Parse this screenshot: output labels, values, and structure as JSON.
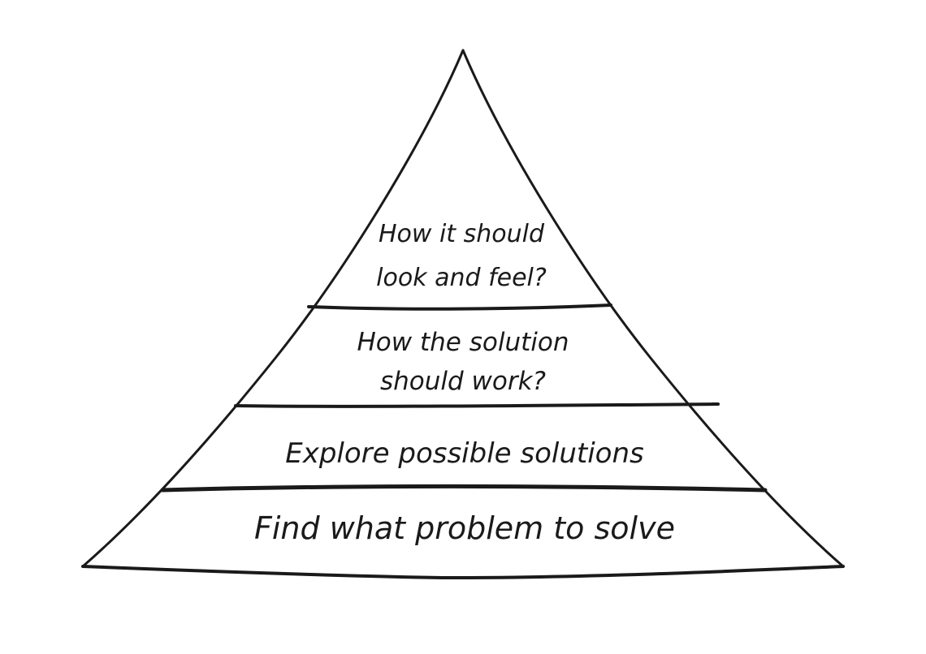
{
  "diagram": {
    "levels": [
      {
        "lines": [
          "How it should",
          "look and feel?"
        ]
      },
      {
        "lines": [
          "How the solution",
          "should work?"
        ]
      },
      {
        "lines": [
          "Explore possible solutions"
        ]
      },
      {
        "lines": [
          "Find what problem to solve"
        ]
      }
    ],
    "colors": {
      "ink": "#1a1a1a",
      "background": "#ffffff"
    }
  }
}
